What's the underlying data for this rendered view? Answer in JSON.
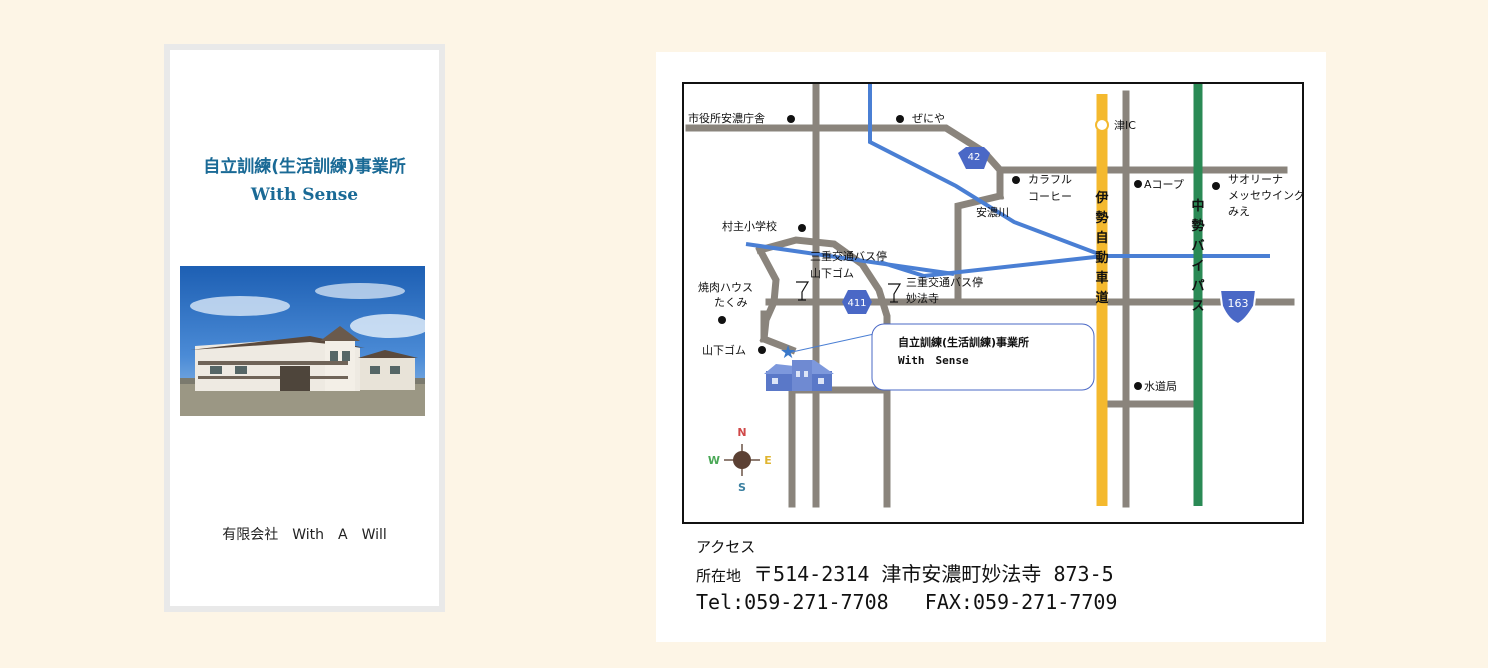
{
  "pamphlet": {
    "title_line1": "自立訓練(生活訓練)事業所",
    "title_line2": "With Sense",
    "company": "有限会社　With　A　Will"
  },
  "map": {
    "labels": {
      "city_office": "市役所安濃庁舎",
      "zeniya": "ぜにや",
      "tsu_ic": "津IC",
      "route42": "42",
      "colorful_line1": "カラフル",
      "colorful_line2": "コーヒー",
      "a_coop": "Aコープ",
      "saorina_line1": "サオリーナ",
      "saorina_line2": "メッセウイング",
      "saorina_line3": "みえ",
      "ano_river": "安濃川",
      "muranushi_school": "村主小学校",
      "busstop1_line1": "三重交通バス停",
      "busstop1_line2": "山下ゴム",
      "busstop2_line1": "三重交通バス停",
      "busstop2_line2": "妙法寺",
      "yakiniku_line1": "焼肉ハウス",
      "yakiniku_line2": "たくみ",
      "route411": "411",
      "route163": "163",
      "yamashita_gomu": "山下ゴム",
      "callout_line1": "自立訓練(生活訓練)事業所",
      "callout_line2": "With　Sense",
      "waterworks": "水道局",
      "expressway": "伊勢自動車道",
      "bypass": "中勢バイパス",
      "compass_n": "N",
      "compass_s": "S",
      "compass_e": "E",
      "compass_w": "W"
    },
    "colors": {
      "road": "#8a847c",
      "river": "#4a7fd4",
      "expressway": "#f4b92e",
      "bypass": "#2a8a55",
      "route_badge": "#4a68c6",
      "accent_blue": "#1a6a96"
    }
  },
  "access": {
    "heading": "アクセス",
    "address_label": "所在地",
    "address": "〒514-2314 津市安濃町妙法寺 873-5",
    "phone": "Tel:059-271-7708",
    "fax": "FAX:059-271-7709"
  }
}
